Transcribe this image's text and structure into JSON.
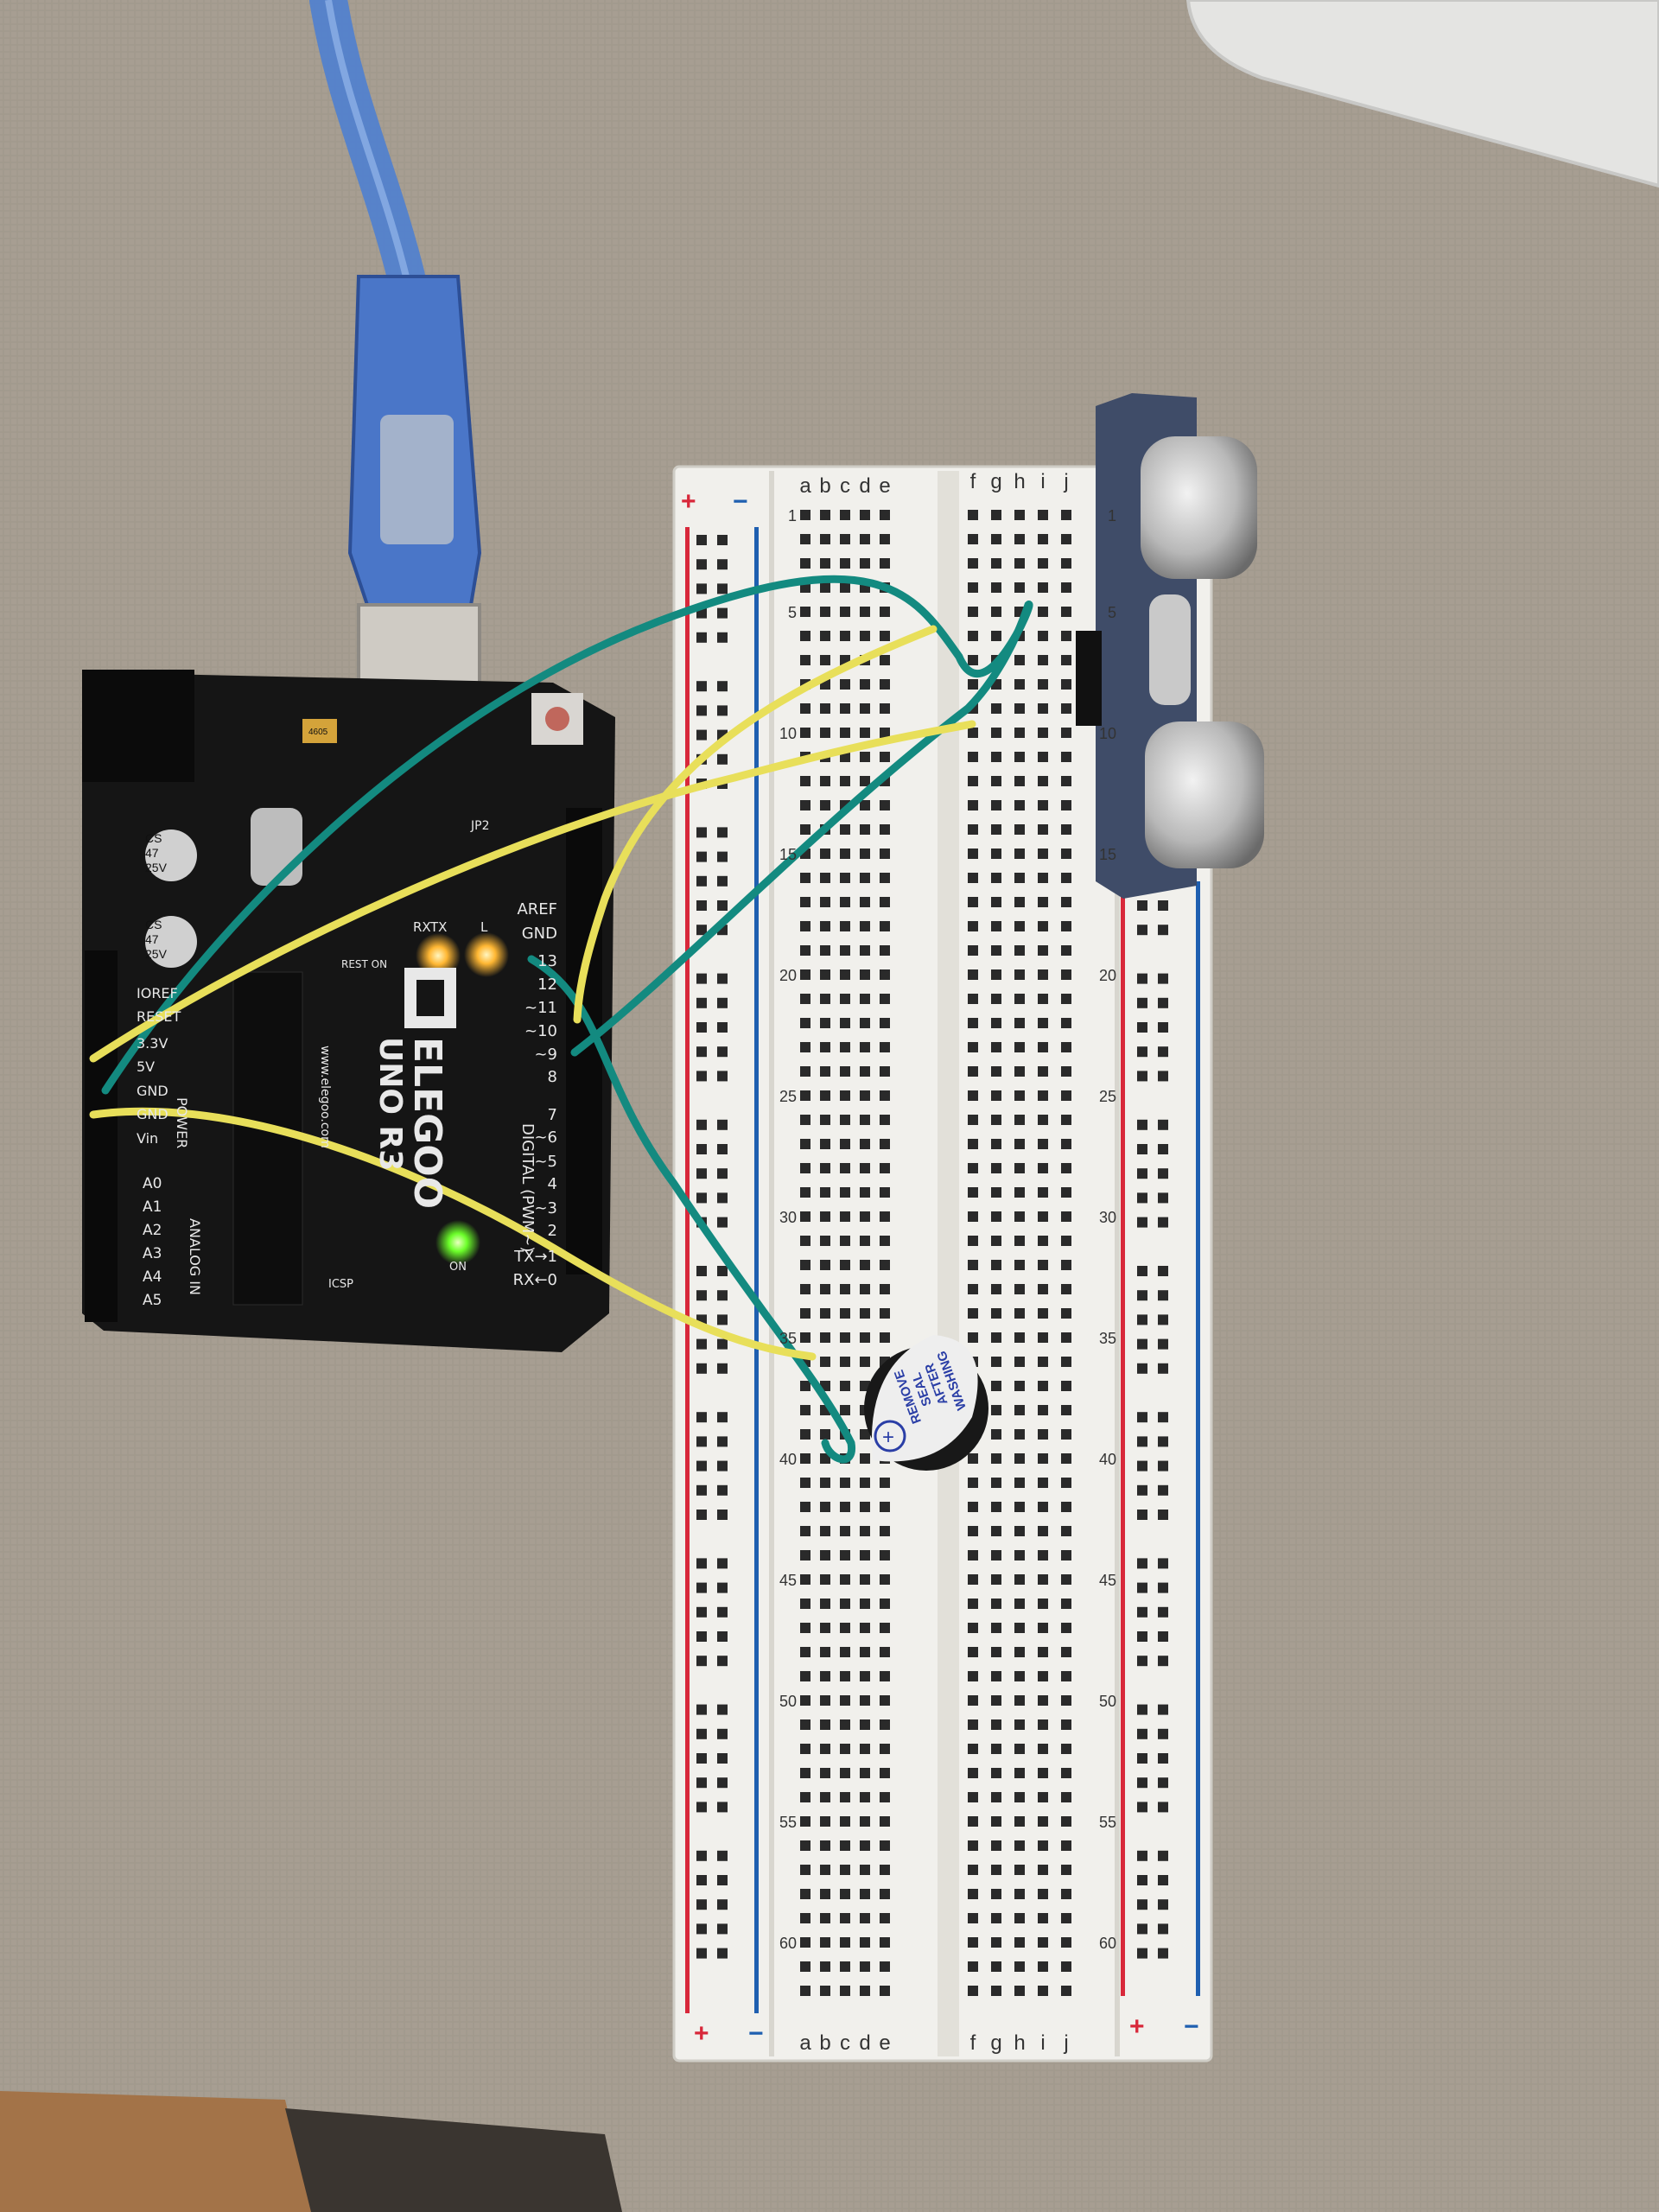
{
  "scene": {
    "colors": {
      "fabric": "#a79e92",
      "breadboard": "#f1f0ec",
      "rail_red": "#d8283a",
      "rail_blue": "#1f5fb0",
      "arduino_pcb": "#151515",
      "wire_teal": "#138a80",
      "wire_yellow": "#e8df5a",
      "usb_cable": "#4f7fd0"
    }
  },
  "breadboard": {
    "rail_plus": "+",
    "rail_minus": "−",
    "cols_left": [
      "a",
      "b",
      "c",
      "d",
      "e"
    ],
    "cols_right": [
      "f",
      "g",
      "h",
      "i",
      "j"
    ],
    "row_numbers": [
      1,
      5,
      10,
      15,
      20,
      25,
      30,
      35,
      40,
      45,
      50,
      55,
      60
    ],
    "row_count": 62
  },
  "arduino": {
    "brand": "ELEGOO",
    "model": "UNO R3",
    "website": "www.elegoo.com",
    "capacitor_1": [
      "CS",
      "47",
      "25V"
    ],
    "capacitor_2": [
      "CS",
      "47",
      "25V"
    ],
    "fuse": "4605",
    "jp2": "JP2",
    "rx": "RX",
    "tx": "TX",
    "l": "L",
    "rest_on": "REST ON",
    "on": "ON",
    "icsp": "ICSP",
    "digital_header": "DIGITAL (PWM~)",
    "analog_header": "ANALOG IN",
    "power_header": "POWER",
    "digital_pins": [
      "AREF",
      "GND",
      "13",
      "12",
      "~11",
      "~10",
      "~9",
      "8",
      "7",
      "~6",
      "~5",
      "4",
      "~3",
      "2",
      "TX→1",
      "RX←0"
    ],
    "power_pins": [
      "IOREF",
      "RESET",
      "3.3V",
      "5V",
      "GND",
      "GND",
      "Vin"
    ],
    "analog_pins": [
      "A0",
      "A1",
      "A2",
      "A3",
      "A4",
      "A5"
    ]
  },
  "buzzer": {
    "label_lines": [
      "REMOVE",
      "SEAL",
      "AFTER",
      "WASHING"
    ],
    "polarity": "+"
  }
}
